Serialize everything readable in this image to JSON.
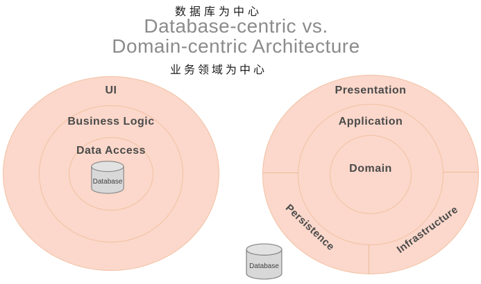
{
  "header": {
    "chinese_top": "数据库为中心",
    "title_line1": "Database-centric vs.",
    "title_line2": "Domain-centric Architecture",
    "chinese_bottom": "业务领域为中心"
  },
  "left_diagram": {
    "rings": [
      {
        "label": "UI"
      },
      {
        "label": "Business Logic"
      },
      {
        "label": "Data Access"
      }
    ],
    "database_label": "Database"
  },
  "right_diagram": {
    "rings": [
      {
        "label": "Presentation"
      },
      {
        "label": "Application"
      },
      {
        "label": "Domain"
      }
    ],
    "sectors": [
      {
        "label": "Persistence"
      },
      {
        "label": "Infrastructure"
      }
    ],
    "database_label": "Database"
  },
  "colors": {
    "circle_fill": "#fbd8cb",
    "ring_stroke": "#f3c0a2",
    "divider_stroke": "#efba98",
    "title_gray": "#8b8b8b",
    "label_gray": "#4a4a4a",
    "chinese_black": "#1a1a1a",
    "cylinder_fill": "#d8d8d8",
    "cylinder_top_fill": "#e2e2e2",
    "cylinder_stroke": "#828282"
  }
}
